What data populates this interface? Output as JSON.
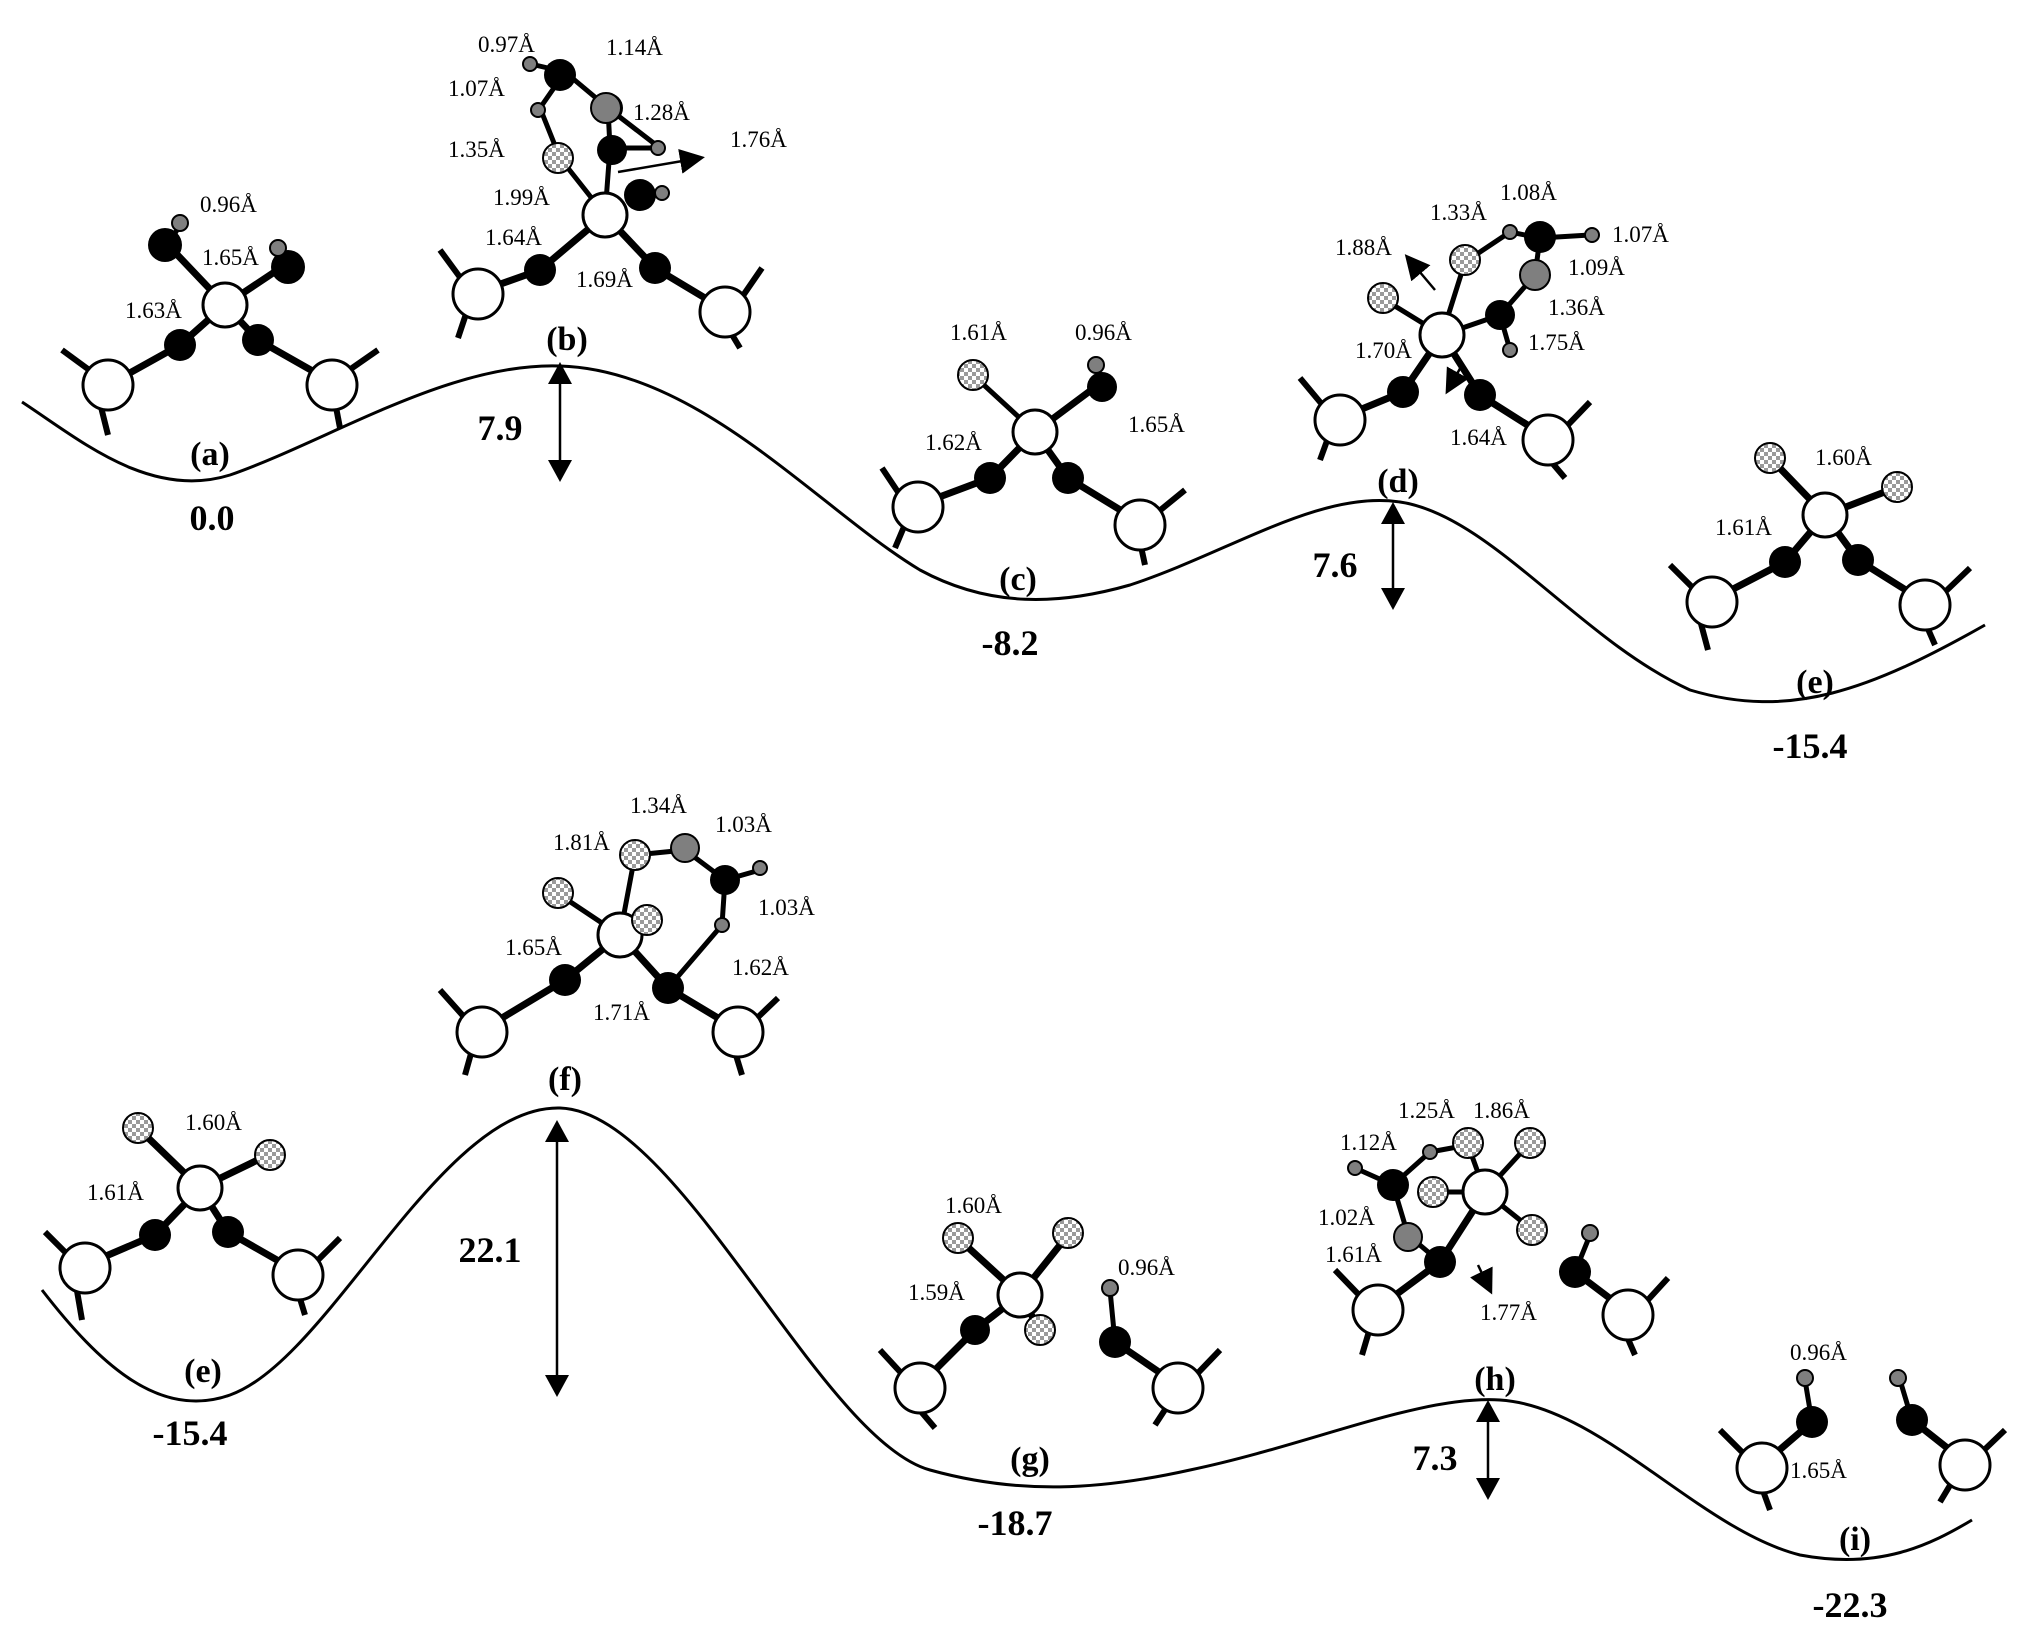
{
  "colors": {
    "ink": "#000000",
    "gray_atom": "#7f7f7f",
    "checker_light": "#ffffff",
    "checker_dark": "#9a9a9a",
    "background": "#ffffff"
  },
  "atom_legend": [
    "white-atom",
    "black-atom",
    "gray-atom",
    "small-gray-atom",
    "checkered-atom"
  ],
  "panels": {
    "top": {
      "states": {
        "a": {
          "label": "(a)",
          "energy": "0.0",
          "bonds": [
            "0.96Å",
            "1.65Å",
            "1.63Å"
          ]
        },
        "b": {
          "label": "(b)",
          "barrier": "7.9",
          "bonds": [
            "0.97Å",
            "1.14Å",
            "1.07Å",
            "1.28Å",
            "1.35Å",
            "1.76Å",
            "1.99Å",
            "1.64Å",
            "1.69Å"
          ]
        },
        "c": {
          "label": "(c)",
          "energy": "-8.2",
          "bonds": [
            "1.61Å",
            "0.96Å",
            "1.62Å",
            "1.65Å"
          ]
        },
        "d": {
          "label": "(d)",
          "barrier": "7.6",
          "bonds": [
            "1.33Å",
            "1.08Å",
            "1.07Å",
            "1.88Å",
            "1.09Å",
            "1.36Å",
            "1.75Å",
            "1.70Å",
            "1.64Å"
          ]
        },
        "e": {
          "label": "(e)",
          "energy": "-15.4",
          "bonds": [
            "1.60Å",
            "1.61Å"
          ]
        }
      }
    },
    "bottom": {
      "states": {
        "e": {
          "label": "(e)",
          "energy": "-15.4",
          "bonds": [
            "1.60Å",
            "1.61Å"
          ]
        },
        "f": {
          "label": "(f)",
          "barrier": "22.1",
          "bonds": [
            "1.34Å",
            "1.03Å",
            "1.81Å",
            "1.03Å",
            "1.65Å",
            "1.62Å",
            "1.71Å"
          ]
        },
        "g": {
          "label": "(g)",
          "energy": "-18.7",
          "bonds": [
            "1.60Å",
            "0.96Å",
            "1.59Å"
          ]
        },
        "h": {
          "label": "(h)",
          "barrier": "7.3",
          "bonds": [
            "1.25Å",
            "1.86Å",
            "1.12Å",
            "1.02Å",
            "1.61Å",
            "1.77Å"
          ]
        },
        "i": {
          "label": "(i)",
          "energy": "-22.3",
          "bonds": [
            "0.96Å",
            "1.65Å"
          ]
        }
      }
    }
  }
}
